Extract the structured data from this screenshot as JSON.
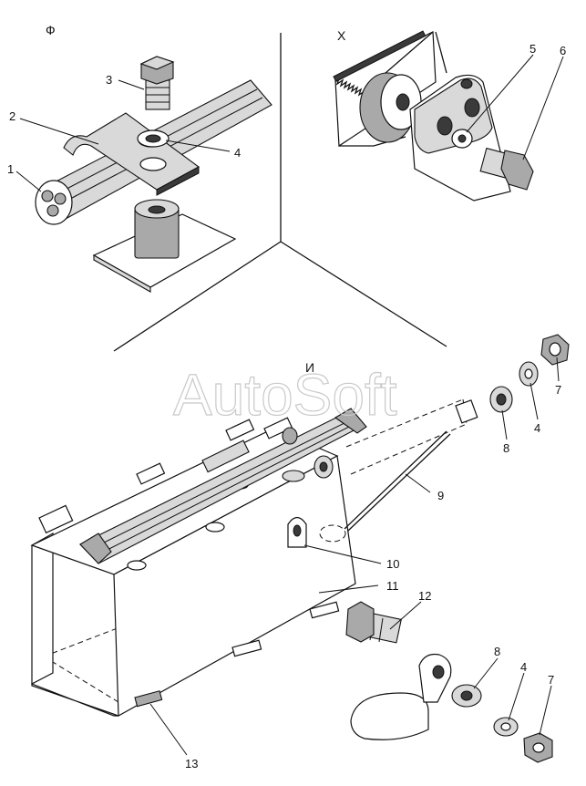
{
  "watermark": "AutoSoft",
  "views": {
    "f": "Ф",
    "x": "Х",
    "i": "И"
  },
  "callouts": {
    "c1": "1",
    "c2": "2",
    "c3": "3",
    "c4a": "4",
    "c5": "5",
    "c6": "6",
    "c7a": "7",
    "c4b": "4",
    "c8a": "8",
    "c9": "9",
    "c10": "10",
    "c11": "11",
    "c12": "12",
    "c8b": "8",
    "c4c": "4",
    "c7b": "7",
    "c13": "13"
  }
}
